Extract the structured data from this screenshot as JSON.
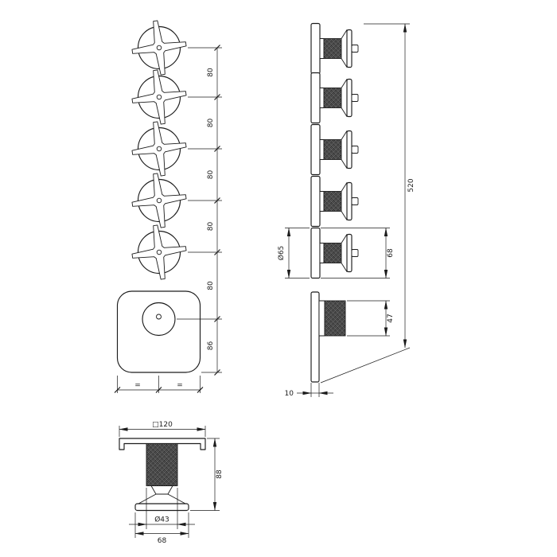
{
  "drawing": {
    "name": "thermostatic-mixer-dimension-drawing",
    "colors": {
      "ink": "#1c1c1c",
      "background": "#ffffff",
      "knurl_dark": "#2e2e2e",
      "knurl_light": "#8f8f8f"
    }
  },
  "front_view": {
    "chain_labels": [
      "80",
      "80",
      "80",
      "80",
      "80",
      "86"
    ],
    "equal_marks": [
      "=",
      "="
    ]
  },
  "side_view": {
    "total_height": "520",
    "rosette_diameter": "Ø65",
    "plate_height": "68",
    "knob_height": "47",
    "plate_thickness": "10"
  },
  "detail_view": {
    "plate_size": "□120",
    "total_depth": "88",
    "stem_diameter": "Ø43",
    "handle_span": "68"
  }
}
